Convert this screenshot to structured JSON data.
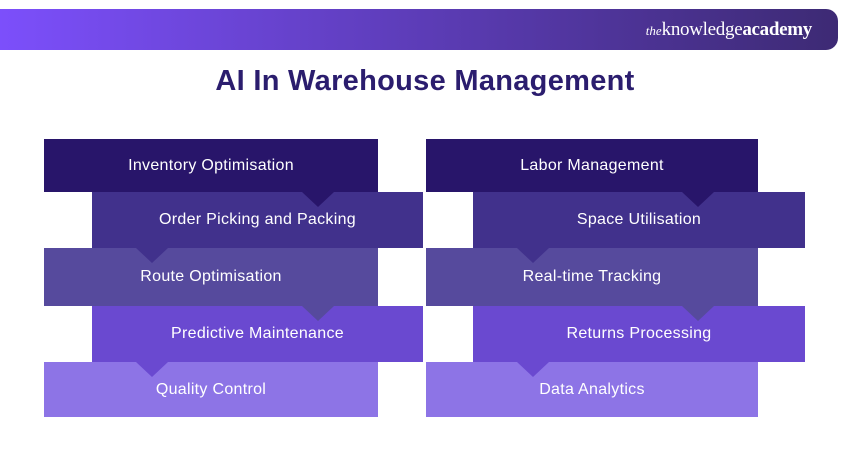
{
  "header": {
    "logo": {
      "the": "the",
      "knowledge": "knowledge",
      "academy": "academy"
    },
    "gradient_from": "#7c4ffb",
    "gradient_to": "#3d2a74"
  },
  "title": {
    "text": "AI In Warehouse Management",
    "color": "#2b1d6e"
  },
  "palette": [
    "#28156a",
    "#41318c",
    "#564a9d",
    "#6a49d0",
    "#8d74e6"
  ],
  "label_color": "#ffffff",
  "columns": [
    {
      "items": [
        {
          "label": "Inventory Optimisation"
        },
        {
          "label": "Order Picking and Packing"
        },
        {
          "label": "Route Optimisation"
        },
        {
          "label": "Predictive Maintenance"
        },
        {
          "label": "Quality Control"
        }
      ]
    },
    {
      "items": [
        {
          "label": "Labor Management"
        },
        {
          "label": "Space Utilisation"
        },
        {
          "label": "Real-time Tracking"
        },
        {
          "label": "Returns Processing"
        },
        {
          "label": "Data Analytics"
        }
      ]
    }
  ]
}
